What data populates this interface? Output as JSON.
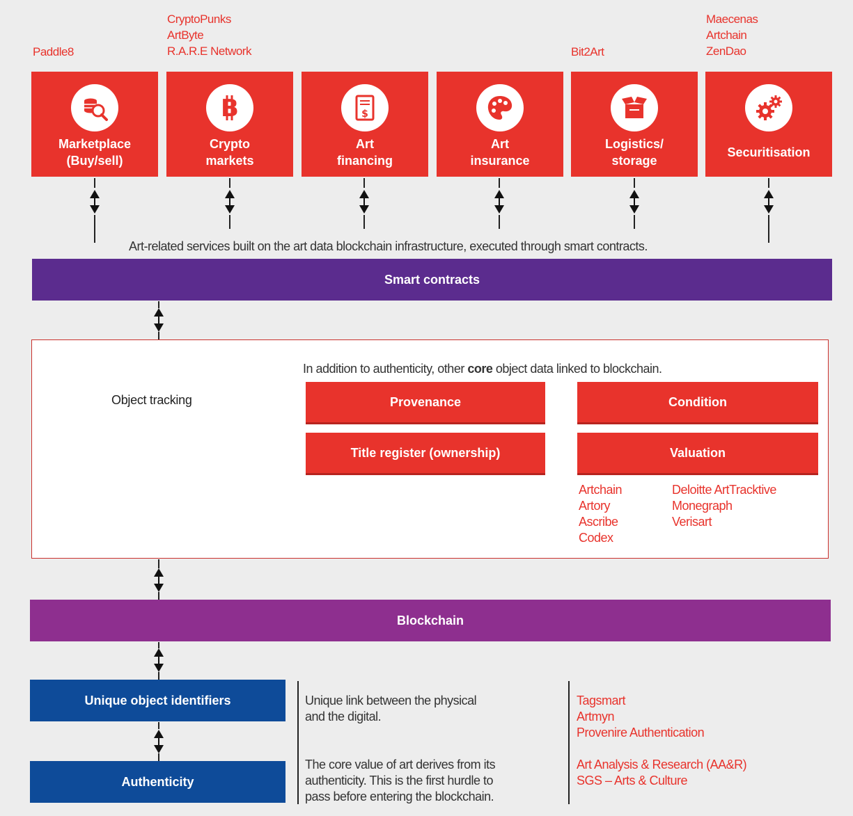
{
  "companies": {
    "marketplace": [
      "Paddle8"
    ],
    "crypto": [
      "CryptoPunks",
      "ArtByte",
      "R.A.R.E Network"
    ],
    "logistics": [
      "Bit2Art"
    ],
    "securitisation": [
      "Maecenas",
      "Artchain",
      "ZenDao"
    ]
  },
  "services": [
    {
      "line1": "Marketplace",
      "line2": "(Buy/sell)",
      "icon": "marketplace-icon"
    },
    {
      "line1": "Crypto",
      "line2": "markets",
      "icon": "bitcoin-icon"
    },
    {
      "line1": "Art",
      "line2": "financing",
      "icon": "financing-document-icon"
    },
    {
      "line1": "Art",
      "line2": "insurance",
      "icon": "palette-icon"
    },
    {
      "line1": "Logistics/",
      "line2": "storage",
      "icon": "storage-box-icon"
    },
    {
      "line1": "Securitisation",
      "line2": "",
      "icon": "gears-icon"
    }
  ],
  "services_caption": "Art-related services built on the art data blockchain infrastructure, executed through smart contracts.",
  "smart_contracts": "Smart contracts",
  "object_tracking": {
    "label": "Object tracking",
    "caption_pre": "In addition to authenticity, other ",
    "caption_bold": "core",
    "caption_post": " object data linked to blockchain.",
    "provenance": "Provenance",
    "condition": "Condition",
    "title_register": "Title register (ownership)",
    "valuation": "Valuation",
    "companies_left": [
      "Artchain",
      "Artory",
      "Ascribe",
      "Codex"
    ],
    "companies_right": [
      "Deloitte ArtTracktive",
      "Monegraph",
      "Verisart"
    ]
  },
  "blockchain": "Blockchain",
  "bottom": {
    "unique_label": "Unique object identifiers",
    "authenticity_label": "Authenticity",
    "unique_desc": [
      "Unique link between the physical",
      "and the digital."
    ],
    "auth_desc": [
      "The core value of art derives from its",
      "authenticity. This is the first hurdle to",
      "pass before entering the blockchain."
    ],
    "unique_companies": [
      "Tagsmart",
      "Artmyn",
      "Provenire Authentication"
    ],
    "auth_companies": [
      "Art Analysis & Research (AA&R)",
      "SGS – Arts & Culture"
    ]
  },
  "colors": {
    "red": "#e8332c",
    "purple_smart_contracts": "#5b2c8e",
    "purple_blockchain": "#8e2f8f",
    "blue": "#0e4b99",
    "background": "#ededed"
  }
}
